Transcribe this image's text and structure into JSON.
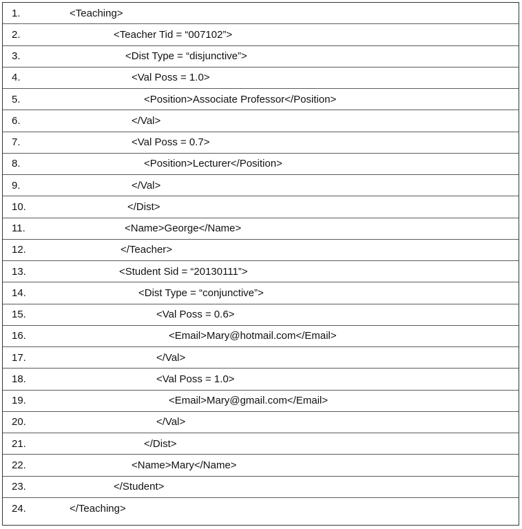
{
  "listing": {
    "lines": [
      {
        "number": "1.",
        "code": "<Teaching>"
      },
      {
        "number": "2.",
        "code": "<Teacher Tid = “007102”>"
      },
      {
        "number": "3.",
        "code": "<Dist Type = “disjunctive”>"
      },
      {
        "number": "4.",
        "code": "<Val Poss = 1.0>"
      },
      {
        "number": "5.",
        "code": "<Position>Associate Professor</Position>"
      },
      {
        "number": "6.",
        "code": "</Val>"
      },
      {
        "number": "7.",
        "code": "<Val Poss = 0.7>"
      },
      {
        "number": "8.",
        "code": "<Position>Lecturer</Position>"
      },
      {
        "number": "9.",
        "code": "</Val>"
      },
      {
        "number": "10.",
        "code": "</Dist>"
      },
      {
        "number": "11.",
        "code": "<Name>George</Name>"
      },
      {
        "number": "12.",
        "code": "</Teacher>"
      },
      {
        "number": "13.",
        "code": "<Student Sid = “20130111”>"
      },
      {
        "number": "14.",
        "code": "<Dist Type = “conjunctive”>"
      },
      {
        "number": "15.",
        "code": "<Val Poss = 0.6>"
      },
      {
        "number": "16.",
        "code": "<Email>Mary@hotmail.com</Email>"
      },
      {
        "number": "17.",
        "code": "</Val>"
      },
      {
        "number": "18.",
        "code": "<Val Poss = 1.0>"
      },
      {
        "number": "19.",
        "code": "<Email>Mary@gmail.com</Email>"
      },
      {
        "number": "20.",
        "code": "</Val>"
      },
      {
        "number": "21.",
        "code": "</Dist>"
      },
      {
        "number": "22.",
        "code": "<Name>Mary</Name>"
      },
      {
        "number": "23.",
        "code": "</Student>"
      },
      {
        "number": "24.",
        "code": "</Teaching>"
      }
    ]
  }
}
